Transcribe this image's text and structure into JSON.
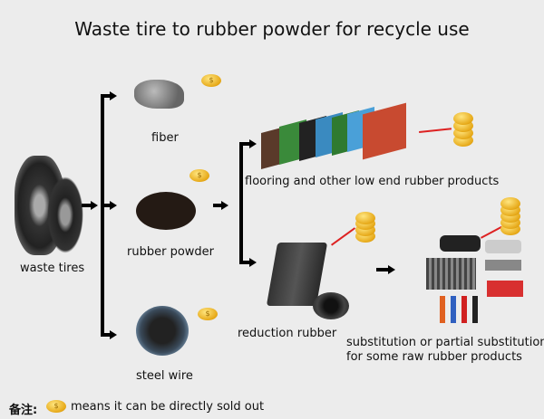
{
  "title": "Waste tire to rubber powder for recycle use",
  "nodes": {
    "waste_tires": "waste tires",
    "fiber": "fiber",
    "rubber_powder": "rubber powder",
    "steel_wire": "steel wire",
    "flooring": "flooring and other low end rubber products",
    "reduction_rubber": "reduction rubber",
    "substitution_line1": "substitution or partial substitution",
    "substitution_line2": "for some raw rubber products"
  },
  "coin_symbol": "$",
  "legend": {
    "prefix": "备注:",
    "text": "means it can be directly sold out"
  },
  "colors": {
    "background": "#ececec",
    "coin": "#e6a817",
    "connector": "#dd2222"
  }
}
